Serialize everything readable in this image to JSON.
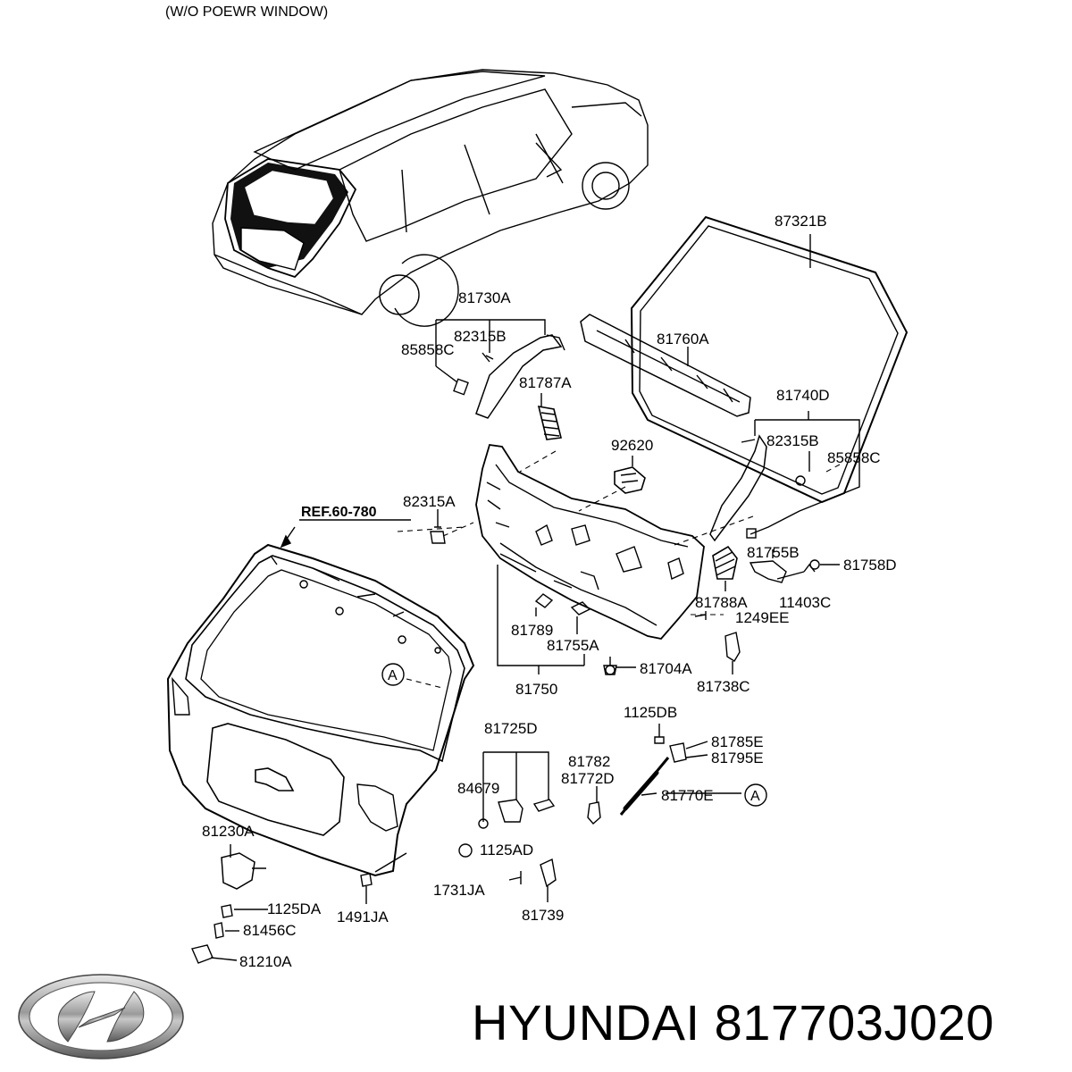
{
  "caption": "(W/O POEWR WINDOW)",
  "reference": "REF.60-780",
  "callout": "A",
  "labels": {
    "p87321B": "87321B",
    "p81730A": "81730A",
    "p82315B_l": "82315B",
    "p85858C_l": "85858C",
    "p81760A": "81760A",
    "p81787A": "81787A",
    "p81740D": "81740D",
    "p82315B_r": "82315B",
    "p85858C_r": "85858C",
    "p92620": "92620",
    "p82315A": "82315A",
    "p81755B": "81755B",
    "p81758D": "81758D",
    "p81788A": "81788A",
    "p11403C": "11403C",
    "p1249EE": "1249EE",
    "p81789": "81789",
    "p81755A": "81755A",
    "p81704A": "81704A",
    "p81750": "81750",
    "p81738C": "81738C",
    "p1125DB": "1125DB",
    "p81725D": "81725D",
    "p81785E": "81785E",
    "p81795E": "81795E",
    "p81782": "81782",
    "p81772D": "81772D",
    "p84679": "84679",
    "p81770E": "81770E",
    "p81230A": "81230A",
    "p1125AD": "1125AD",
    "p1731JA": "1731JA",
    "p1125DA": "1125DA",
    "p1491JA": "1491JA",
    "p81739": "81739",
    "p81456C": "81456C",
    "p81210A": "81210A"
  },
  "footer": {
    "brand_text": "HYUNDAI 817703J020",
    "logo_icon": "hyundai-logo"
  }
}
